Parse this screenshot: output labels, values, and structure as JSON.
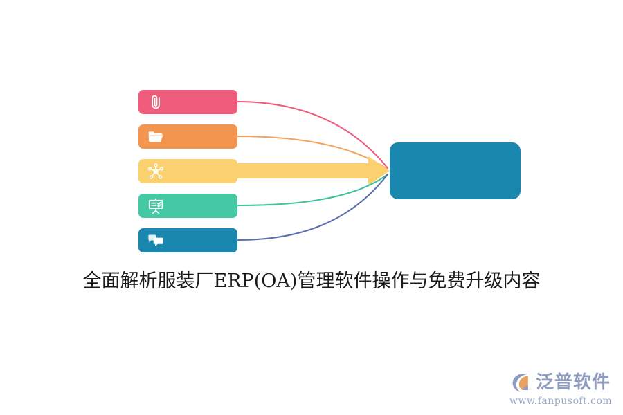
{
  "diagram": {
    "title_caption": "全面解析服装厂ERP(OA)管理软件操作与免费升级内容",
    "nodes": [
      {
        "id": "node-1",
        "icon": "paperclip-icon",
        "label": "",
        "color": "#EF5C7C",
        "line_color": "#EF5C7C",
        "emphasis": "thin"
      },
      {
        "id": "node-2",
        "icon": "folder-icon",
        "label": "",
        "color": "#F3954F",
        "line_color": "#F4A25E",
        "emphasis": "thin"
      },
      {
        "id": "node-3",
        "icon": "network-hub-icon",
        "label": "",
        "color": "#FBD170",
        "line_color": "#FBD170",
        "emphasis": "arrow"
      },
      {
        "id": "node-4",
        "icon": "presentation-board-icon",
        "label": "",
        "color": "#45C9A5",
        "line_color": "#3FC2A0",
        "emphasis": "thin"
      },
      {
        "id": "node-5",
        "icon": "chat-bubbles-icon",
        "label": "",
        "color": "#1A87AF",
        "line_color": "#5B6FAE",
        "emphasis": "thin"
      }
    ],
    "target": {
      "id": "target-node",
      "label": "",
      "color": "#1A87AF"
    }
  },
  "branding": {
    "name": "泛普软件",
    "url": "www.fanpusoft.com",
    "mark_icon": "fanpu-logo-icon",
    "mark_color": "#8D9BBD",
    "accent_color": "#E8A063"
  }
}
